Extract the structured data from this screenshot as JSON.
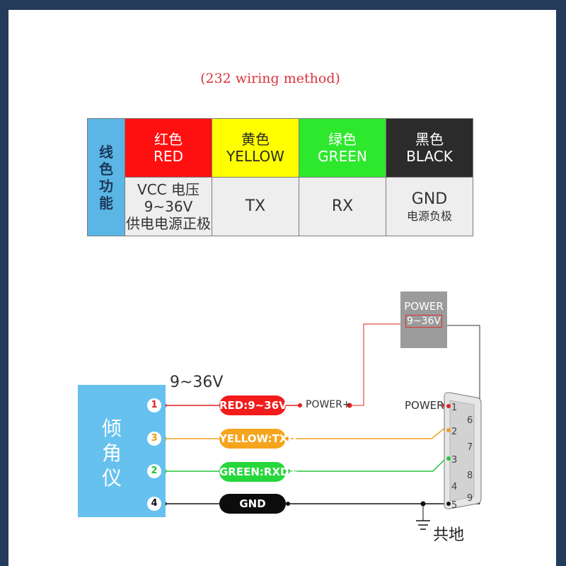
{
  "title": "(232 wiring method)",
  "table": {
    "side_header": "线色功能",
    "colors": [
      {
        "cn": "红色",
        "en": "RED",
        "class": "c-red"
      },
      {
        "cn": "黄色",
        "en": "YELLOW",
        "class": "c-yellow"
      },
      {
        "cn": "绿色",
        "en": "GREEN",
        "class": "c-green"
      },
      {
        "cn": "黑色",
        "en": "BLACK",
        "class": "c-black"
      }
    ],
    "functions": {
      "red_line1": "VCC 电压9~36V",
      "red_line2": "供电电源正极",
      "yellow": "TX",
      "green": "RX",
      "black_main": "GND",
      "black_sub": "电源负极"
    }
  },
  "device": {
    "label": "倾角仪",
    "pins": [
      {
        "num": "1",
        "color": "#e02020"
      },
      {
        "num": "3",
        "color": "#e8a000"
      },
      {
        "num": "2",
        "color": "#26c43a"
      },
      {
        "num": "4",
        "color": "#111111"
      }
    ]
  },
  "voltage_label": "9~36V",
  "wires": {
    "red": "RED:9~36V",
    "yellow": "YELLOW:TXD",
    "green": "GREEN:RXD+",
    "black": "GND"
  },
  "power_plus": "POWER+",
  "power_supply": {
    "title": "POWER",
    "voltage": "9~36V"
  },
  "db9": {
    "power_label": "POWER",
    "pins_left": [
      "1",
      "2",
      "3",
      "4",
      "5"
    ],
    "pins_right": [
      "6",
      "7",
      "8",
      "9"
    ]
  },
  "ground_label": "共地",
  "colors": {
    "red": "#f21b1b",
    "yellow": "#f6a41c",
    "green": "#26d63a",
    "black": "#0c0c0c",
    "device_blue": "#66c1ee"
  }
}
